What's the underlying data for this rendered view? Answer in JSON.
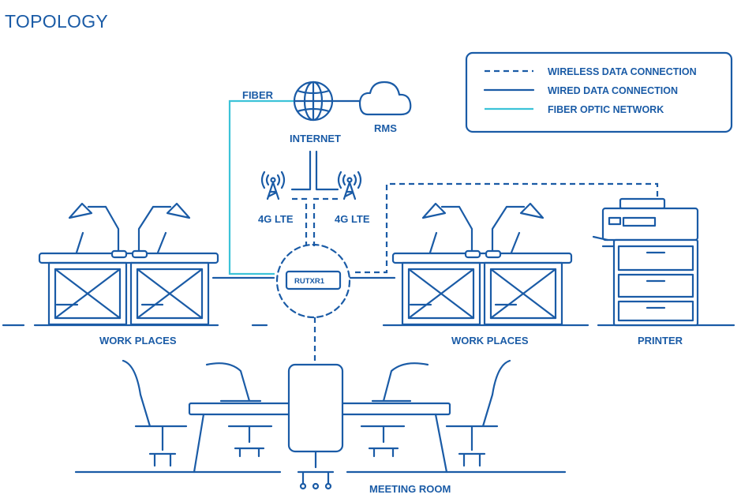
{
  "title": "TOPOLOGY",
  "legend": {
    "items": [
      {
        "label": "WIRELESS DATA CONNECTION",
        "style": "dashed",
        "color": "#1a5ba6"
      },
      {
        "label": "WIRED DATA CONNECTION",
        "style": "solid",
        "color": "#1a5ba6"
      },
      {
        "label": "FIBER OPTIC NETWORK",
        "style": "solid",
        "color": "#3cc3d8"
      }
    ]
  },
  "nodes": {
    "fiber": "FIBER",
    "internet": "INTERNET",
    "rms": "RMS",
    "lte_left": "4G LTE",
    "lte_right": "4G LTE",
    "router": "RUTXR1",
    "work_places_left": "WORK PLACES",
    "work_places_right": "WORK PLACES",
    "printer": "PRINTER",
    "meeting_room": "MEETING ROOM"
  },
  "colors": {
    "primary": "#1a5ba6",
    "fiber": "#3cc3d8",
    "background": "#ffffff"
  }
}
